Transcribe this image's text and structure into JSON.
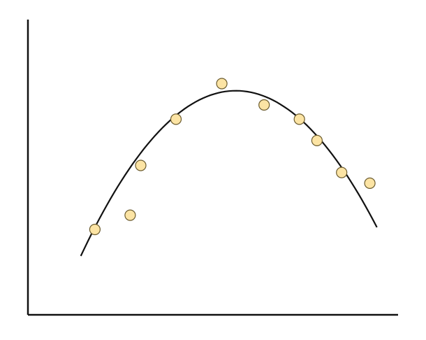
{
  "chart_data": {
    "type": "scatter",
    "x": [
      1.0,
      2.0,
      2.3,
      3.3,
      4.6,
      5.8,
      6.8,
      7.3,
      8.0,
      8.8
    ],
    "y": [
      2.9,
      3.3,
      4.7,
      6.0,
      7.0,
      6.4,
      6.0,
      5.4,
      4.5,
      4.2
    ],
    "fit": {
      "type": "quadratic",
      "x": [
        0.6,
        9.0
      ],
      "peak_x": 5.0,
      "peak_y": 6.8,
      "curvature": -0.24
    },
    "xlim": [
      -0.9,
      9.6
    ],
    "ylim": [
      0.5,
      8.8
    ],
    "grid": false,
    "title": "",
    "xlabel": "",
    "ylabel": "",
    "colors": {
      "marker_fill": "#fce4a4",
      "marker_stroke": "#6b5b2e",
      "curve": "#111111",
      "axis": "#111111"
    }
  }
}
